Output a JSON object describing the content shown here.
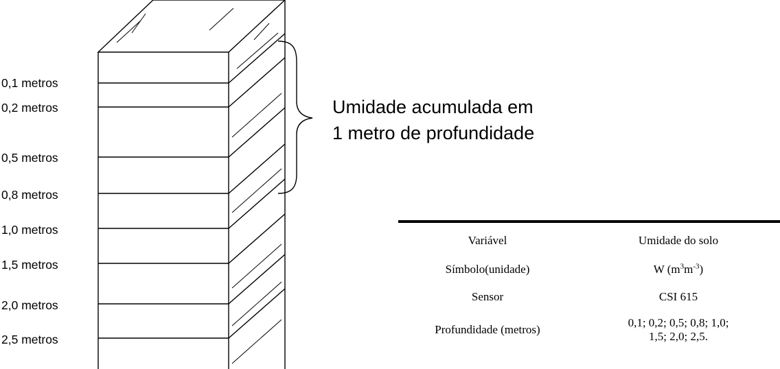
{
  "diagram": {
    "depth_labels": [
      "0,1 metros",
      "0,2 metros",
      "0,5 metros",
      "0,8 metros",
      "1,0 metros",
      "1,5 metros",
      "2,0 metros",
      "2,5 metros"
    ],
    "annotation_line1": "Umidade acumulada em",
    "annotation_line2": "1 metro de profundidade"
  },
  "table": {
    "rows": [
      {
        "label": "Variável",
        "value": "Umidade do solo"
      },
      {
        "label": "Símbolo(unidade)",
        "value_prefix": "W (m",
        "value_sup1": "3",
        "value_mid": "m",
        "value_sup2": "-3",
        "value_suffix": ")"
      },
      {
        "label": "Sensor",
        "value": "CSI 615"
      },
      {
        "label": "Profundidade (metros)",
        "value_line1": "0,1; 0,2; 0,5; 0,8; 1,0;",
        "value_line2": "1,5; 2,0; 2,5."
      }
    ]
  }
}
